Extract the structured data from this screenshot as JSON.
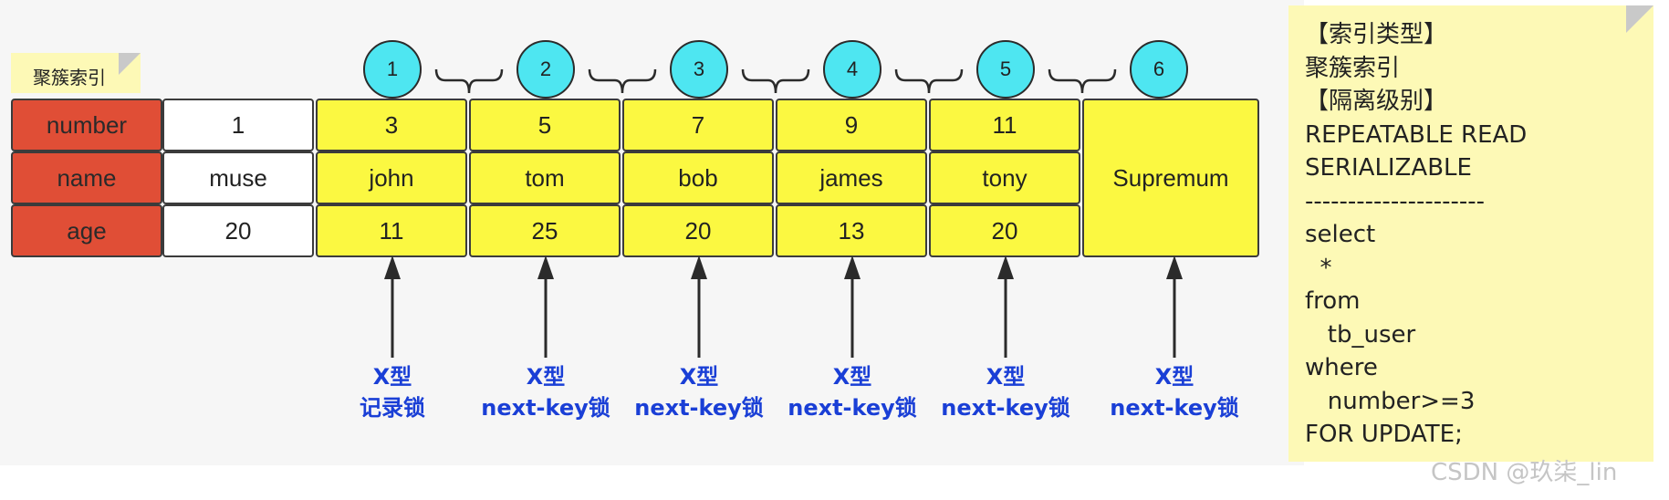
{
  "tag_label": "聚簇索引",
  "row_headers": [
    "number",
    "name",
    "age"
  ],
  "records": [
    {
      "number": "1",
      "name": "muse",
      "age": "20",
      "highlight": false
    },
    {
      "number": "3",
      "name": "john",
      "age": "11",
      "highlight": true
    },
    {
      "number": "5",
      "name": "tom",
      "age": "25",
      "highlight": true
    },
    {
      "number": "7",
      "name": "bob",
      "age": "20",
      "highlight": true
    },
    {
      "number": "9",
      "name": "james",
      "age": "13",
      "highlight": true
    },
    {
      "number": "11",
      "name": "tony",
      "age": "20",
      "highlight": true
    }
  ],
  "supremum_label": "Supremum",
  "gap_markers": [
    "1",
    "2",
    "3",
    "4",
    "5",
    "6"
  ],
  "locks": [
    {
      "type": "X型",
      "kind": "记录锁"
    },
    {
      "type": "X型",
      "kind": "next-key锁"
    },
    {
      "type": "X型",
      "kind": "next-key锁"
    },
    {
      "type": "X型",
      "kind": "next-key锁"
    },
    {
      "type": "X型",
      "kind": "next-key锁"
    },
    {
      "type": "X型",
      "kind": "next-key锁"
    }
  ],
  "note_lines": [
    "【索引类型】",
    "聚簇索引",
    "【隔离级别】",
    "REPEATABLE READ",
    "SERIALIZABLE",
    "---------------------",
    "select",
    "  *",
    "from",
    "   tb_user",
    "where",
    "   number>=3",
    "FOR UPDATE;"
  ],
  "watermark": "CSDN @玖柒_lin",
  "colors": {
    "header_red": "#e04e36",
    "record_yellow": "#fbf841",
    "marker_cyan": "#4ee6f1",
    "lock_blue": "#1a3fd6",
    "note_yellow": "#fdf9b6"
  }
}
